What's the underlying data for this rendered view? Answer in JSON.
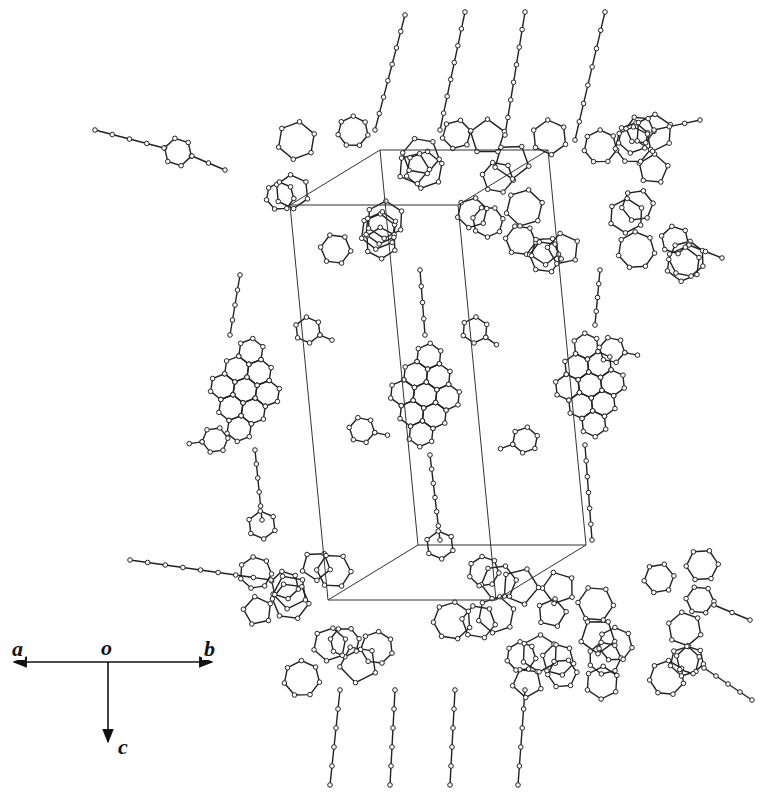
{
  "diagram": {
    "labels": [
      "a",
      "o",
      "b",
      "c"
    ]
  }
}
